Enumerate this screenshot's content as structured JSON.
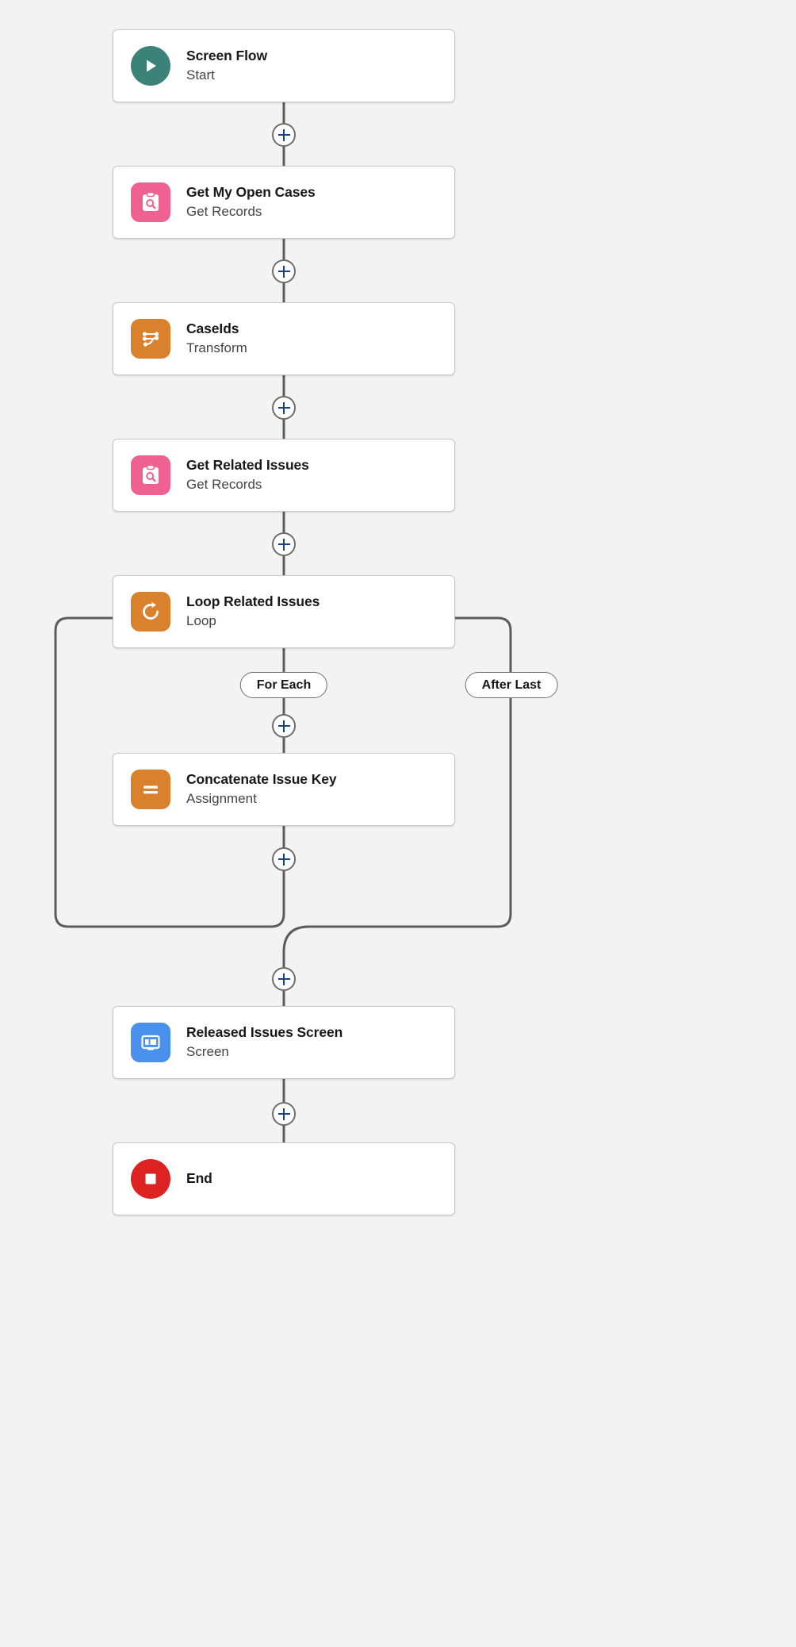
{
  "canvas": {
    "background": "#f3f3f3",
    "connector_color": "#5c5c5c",
    "plus_icon_color": "#18437e"
  },
  "flow": {
    "nodes": [
      {
        "id": "start",
        "title": "Screen Flow",
        "subtitle": "Start",
        "icon": "play-icon",
        "icon_shape": "circle",
        "icon_color": "#3b8279"
      },
      {
        "id": "get-my-open-cases",
        "title": "Get My Open Cases",
        "subtitle": "Get Records",
        "icon": "get-records-icon",
        "icon_shape": "rounded-square",
        "icon_color": "#ef6191"
      },
      {
        "id": "caseids",
        "title": "CaseIds",
        "subtitle": "Transform",
        "icon": "transform-icon",
        "icon_shape": "rounded-square",
        "icon_color": "#d9812c"
      },
      {
        "id": "get-related-issues",
        "title": "Get Related Issues",
        "subtitle": "Get Records",
        "icon": "get-records-icon",
        "icon_shape": "rounded-square",
        "icon_color": "#ef6191"
      },
      {
        "id": "loop-related-issues",
        "title": "Loop Related Issues",
        "subtitle": "Loop",
        "icon": "loop-icon",
        "icon_shape": "rounded-square",
        "icon_color": "#d9812c"
      },
      {
        "id": "concatenate-issue-key",
        "title": "Concatenate Issue Key",
        "subtitle": "Assignment",
        "icon": "assignment-icon",
        "icon_shape": "rounded-square",
        "icon_color": "#d9812c"
      },
      {
        "id": "released-issues-screen",
        "title": "Released Issues Screen",
        "subtitle": "Screen",
        "icon": "screen-icon",
        "icon_shape": "rounded-square",
        "icon_color": "#4a90ed"
      },
      {
        "id": "end",
        "title": "End",
        "subtitle": "",
        "icon": "stop-icon",
        "icon_shape": "circle",
        "icon_color": "#dd2222"
      }
    ],
    "branch_labels": [
      {
        "id": "for-each",
        "label": "For Each"
      },
      {
        "id": "after-last",
        "label": "After Last"
      }
    ],
    "add_buttons": [
      {
        "id": "add-after-start",
        "label": "+"
      },
      {
        "id": "add-after-get-my-open-cases",
        "label": "+"
      },
      {
        "id": "add-after-caseids",
        "label": "+"
      },
      {
        "id": "add-after-get-related-issues",
        "label": "+"
      },
      {
        "id": "add-in-loop-before-assignment",
        "label": "+"
      },
      {
        "id": "add-in-loop-after-assignment",
        "label": "+"
      },
      {
        "id": "add-after-loop",
        "label": "+"
      },
      {
        "id": "add-after-screen",
        "label": "+"
      }
    ]
  }
}
